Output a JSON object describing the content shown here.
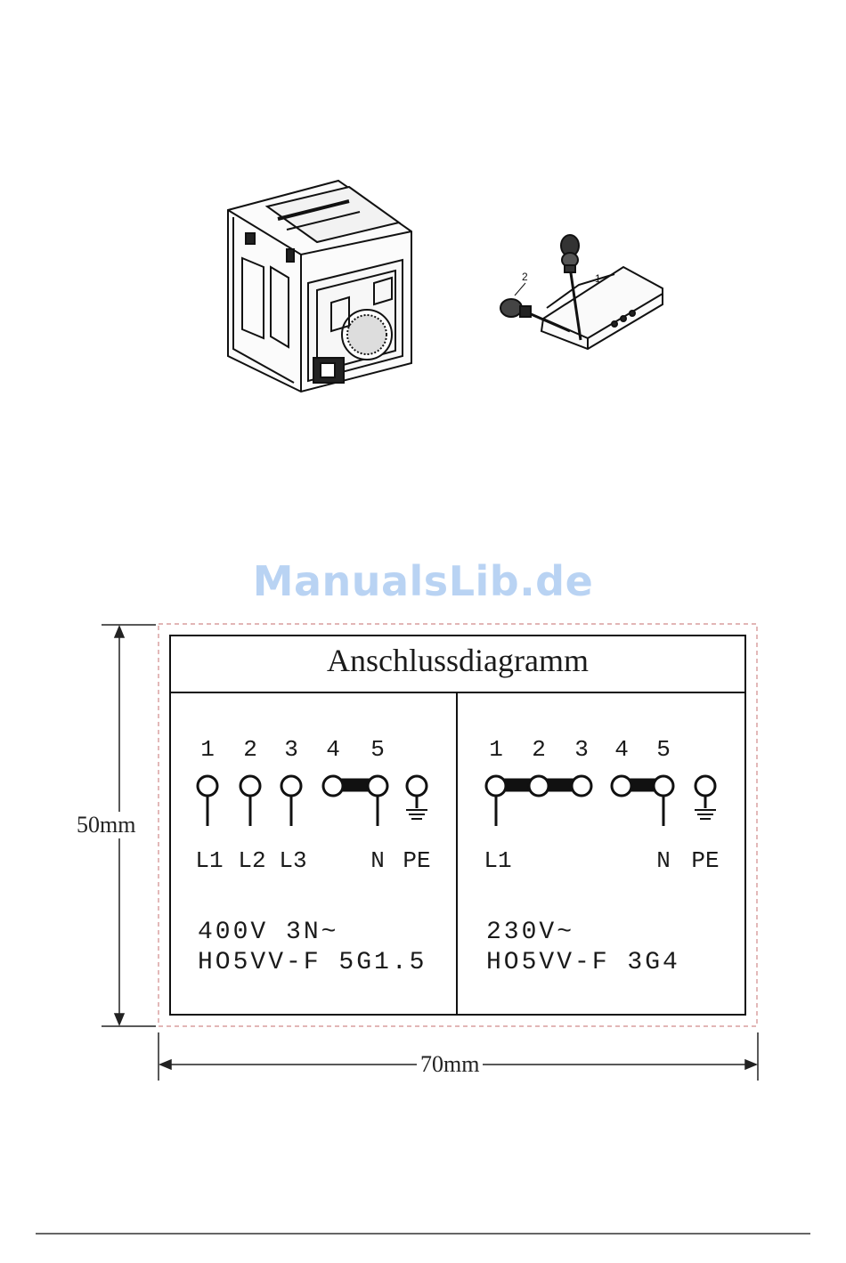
{
  "illustrations": {
    "oven": "oven-back-view",
    "connector": "terminal-block-with-screws",
    "connector_callouts": [
      "2",
      "1"
    ]
  },
  "watermark": "ManualsLib.de",
  "diagram": {
    "title": "Anschlussdiagramm",
    "left_panel": {
      "numbers": [
        "1",
        "2",
        "3",
        "4",
        "5"
      ],
      "labels": [
        "L1",
        "L2",
        "L3",
        "N",
        "PE"
      ],
      "voltage": "400V 3N~",
      "cable": "HO5VV-F 5G1.5"
    },
    "right_panel": {
      "numbers": [
        "1",
        "2",
        "3",
        "4",
        "5"
      ],
      "labels": [
        "L1",
        "N",
        "PE"
      ],
      "voltage": "230V~",
      "cable": "HO5VV-F 3G4"
    },
    "height_dim": "50mm",
    "width_dim": "70mm"
  }
}
